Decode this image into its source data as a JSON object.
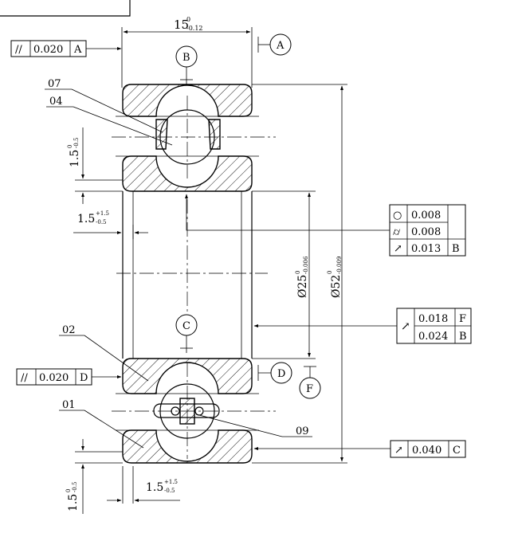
{
  "title_block": {
    "label": ""
  },
  "width_dim": {
    "base": "15",
    "upper": "0",
    "lower": "-0.12"
  },
  "datums": {
    "a": "A",
    "b": "B",
    "c": "C",
    "d": "D",
    "f": "F"
  },
  "frame_parallel_a": {
    "symbol": "//",
    "value": "0.020",
    "datum": "A"
  },
  "frame_parallel_d": {
    "symbol": "//",
    "value": "0.020",
    "datum": "D"
  },
  "frame_bore": {
    "rows": [
      {
        "symbol": "○",
        "value": "0.008",
        "datum": ""
      },
      {
        "symbol": "⌭",
        "value": "0.008",
        "datum": ""
      },
      {
        "symbol": "↗",
        "value": "0.013",
        "datum": "B"
      }
    ]
  },
  "frame_runout_od": {
    "symbol": "↗",
    "rows": [
      {
        "value": "0.018",
        "datum": "F"
      },
      {
        "value": "0.024",
        "datum": "B"
      }
    ]
  },
  "frame_runout_c": {
    "symbol": "↗",
    "value": "0.040",
    "datum": "C"
  },
  "part_labels": {
    "p07": "07",
    "p04": "04",
    "p02": "02",
    "p01": "01",
    "p09": "09"
  },
  "dims": {
    "chamfer_top_v": {
      "base": "1.5",
      "upper": "0",
      "lower": "-0.5"
    },
    "chamfer_top_h": {
      "base": "1.5",
      "upper": "+1.5",
      "lower": "-0.5"
    },
    "chamfer_bot_v": {
      "base": "1.5",
      "upper": "0",
      "lower": "-0.5"
    },
    "chamfer_bot_h": {
      "base": "1.5",
      "upper": "+1.5",
      "lower": "-0.5"
    },
    "bore": {
      "base": "Ø25",
      "upper": "0",
      "lower": "-0.006"
    },
    "outer": {
      "base": "Ø52",
      "upper": "0",
      "lower": "-0.009"
    }
  },
  "colors": {
    "line": "#000000",
    "background": "#ffffff"
  }
}
